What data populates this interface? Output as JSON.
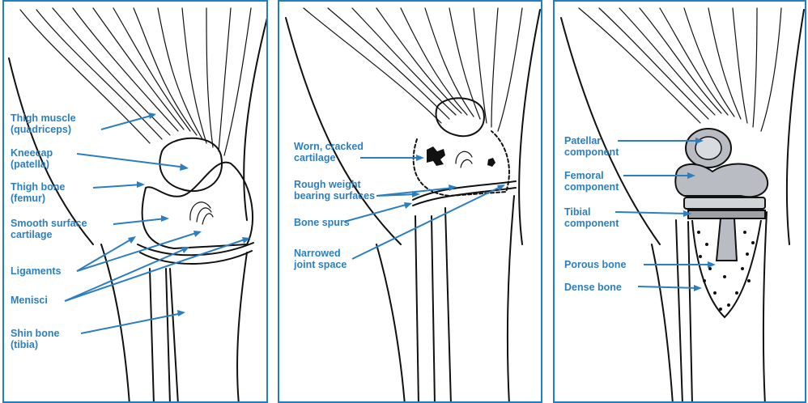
{
  "panels": [
    {
      "labels": [
        {
          "lines": [
            "Thigh muscle",
            "(quadriceps)"
          ]
        },
        {
          "lines": [
            "Kneecap",
            "(patella)"
          ]
        },
        {
          "lines": [
            "Thigh bone",
            "(femur)"
          ]
        },
        {
          "lines": [
            "Smooth surface",
            "cartilage"
          ]
        },
        {
          "lines": [
            "Ligaments"
          ]
        },
        {
          "lines": [
            "Menisci"
          ]
        },
        {
          "lines": [
            "Shin bone",
            "(tibia)"
          ]
        }
      ]
    },
    {
      "labels": [
        {
          "lines": [
            "Worn, cracked",
            "cartilage"
          ]
        },
        {
          "lines": [
            "Rough weight",
            "bearing surfaces"
          ]
        },
        {
          "lines": [
            "Bone spurs"
          ]
        },
        {
          "lines": [
            "Narrowed",
            "joint space"
          ]
        }
      ]
    },
    {
      "labels": [
        {
          "lines": [
            "Patellar",
            "component"
          ]
        },
        {
          "lines": [
            "Femoral",
            "component"
          ]
        },
        {
          "lines": [
            "Tibial",
            "component"
          ]
        },
        {
          "lines": [
            "Porous bone"
          ]
        },
        {
          "lines": [
            "Dense bone"
          ]
        }
      ]
    }
  ],
  "colors": {
    "border": "#1f7fc4",
    "label": "#2b7fc0",
    "ink": "#111111",
    "implant": "#b9bcc2"
  }
}
